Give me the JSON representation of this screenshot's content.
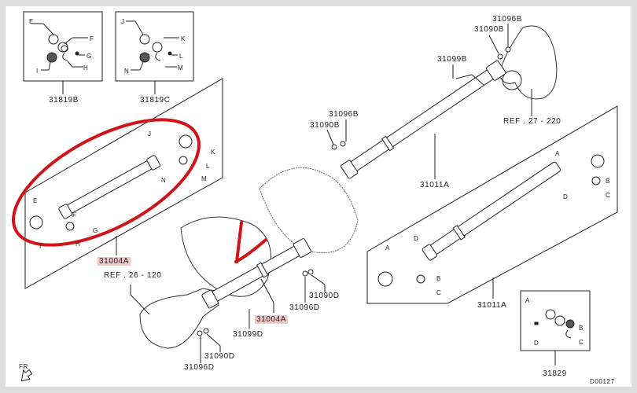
{
  "diagram": {
    "kits": [
      {
        "part": "31819B",
        "items": [
          "E",
          "F",
          "G",
          "H",
          "I"
        ]
      },
      {
        "part": "31819C",
        "items": [
          "J",
          "K",
          "L",
          "M",
          "N"
        ]
      },
      {
        "part": "31829",
        "items": [
          "A",
          "B",
          "C",
          "D"
        ]
      }
    ],
    "left_shaft": {
      "part": "31004A",
      "letters": [
        "J",
        "K",
        "L",
        "M",
        "N",
        "E",
        "F",
        "G",
        "H",
        "I"
      ],
      "ref": "REF . 26 - 120"
    },
    "front_shaft": {
      "part": "31004A",
      "bolt": "31099D",
      "nuts": [
        "31090D",
        "31096D",
        "31090D",
        "31096D"
      ]
    },
    "rear_shaft": {
      "part": "31011A",
      "bolt": "31099B",
      "nuts": [
        "31096B",
        "31090B",
        "31096B",
        "31090B"
      ],
      "ref": "REF . 27 - 220"
    },
    "rear_shaft_detail": {
      "part": "31011A",
      "letters": [
        "A",
        "B",
        "C",
        "D",
        "A",
        "B",
        "C",
        "D"
      ]
    },
    "direction": "FR",
    "diagram_id": "D00127",
    "colors": {
      "highlight": "#f3c6c8",
      "annotation": "#d0141a"
    }
  }
}
